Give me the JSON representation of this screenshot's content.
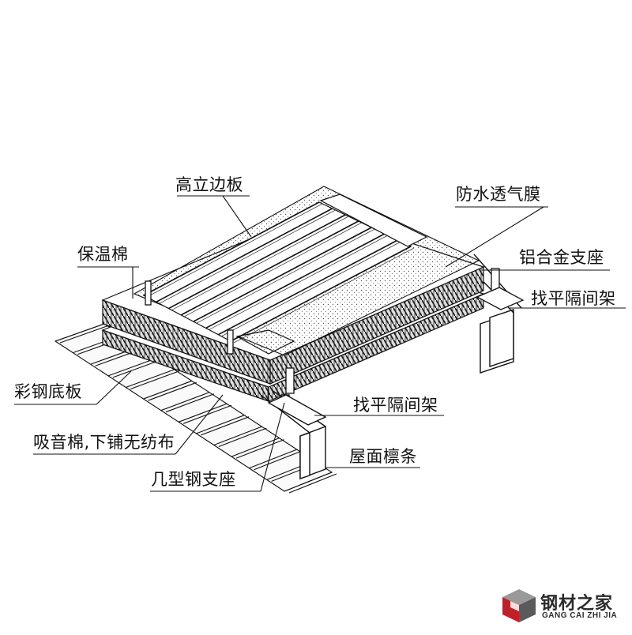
{
  "labels": [
    "高立边板",
    "防水透气膜",
    "保温棉",
    "铝合金支座",
    "找平隔间架",
    "彩钢底板",
    "找平隔间架",
    "吸音棉,下铺无纺布",
    "屋面檩条",
    "几型钢支座"
  ],
  "logo": {
    "text_cn": "钢材之家",
    "text_en": "GANG CAI ZHI JIA",
    "colors": {
      "red": "#c0202a",
      "dark": "#5a5a5a",
      "light": "#9a9a9a"
    }
  }
}
